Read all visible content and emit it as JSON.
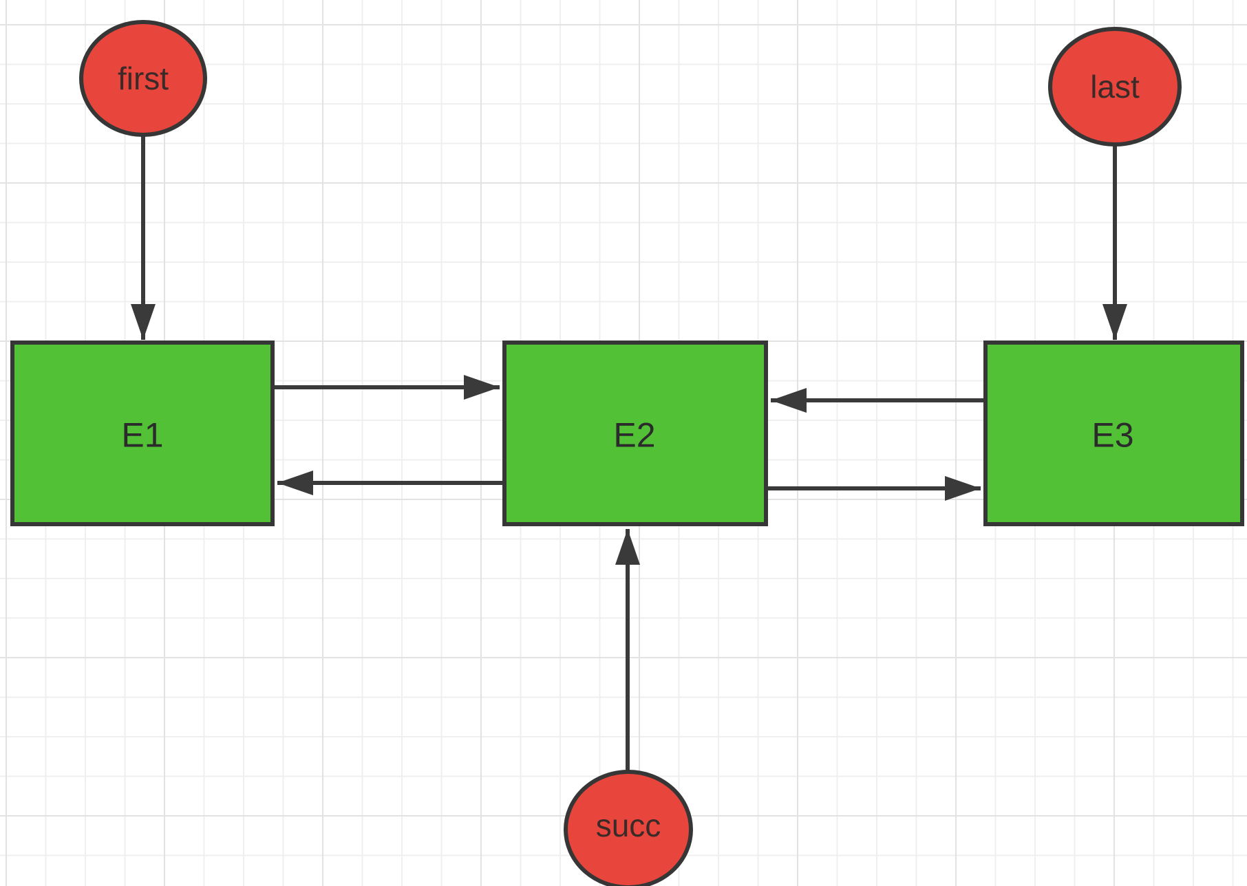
{
  "canvas": {
    "background": "#ffffff",
    "grid_minor_color": "#efefef",
    "grid_major_color": "#e2e2e2"
  },
  "colors": {
    "node_fill": "#52c136",
    "node_stroke": "#363636",
    "pointer_fill": "#e8463d",
    "pointer_stroke": "#363636",
    "edge_color": "#3a3a3a"
  },
  "nodes": [
    {
      "label": "E1"
    },
    {
      "label": "E2"
    },
    {
      "label": "E3"
    }
  ],
  "pointers": [
    {
      "label": "first",
      "points_to": "E1"
    },
    {
      "label": "last",
      "points_to": "E3"
    },
    {
      "label": "succ",
      "points_to": "E2"
    }
  ],
  "edges": [
    {
      "from": "E1",
      "to": "E2",
      "direction": "right"
    },
    {
      "from": "E2",
      "to": "E1",
      "direction": "left"
    },
    {
      "from": "E3",
      "to": "E2",
      "direction": "left"
    },
    {
      "from": "E2",
      "to": "E3",
      "direction": "right"
    },
    {
      "from": "first",
      "to": "E1",
      "direction": "down"
    },
    {
      "from": "last",
      "to": "E3",
      "direction": "down"
    },
    {
      "from": "succ",
      "to": "E2",
      "direction": "up"
    }
  ]
}
